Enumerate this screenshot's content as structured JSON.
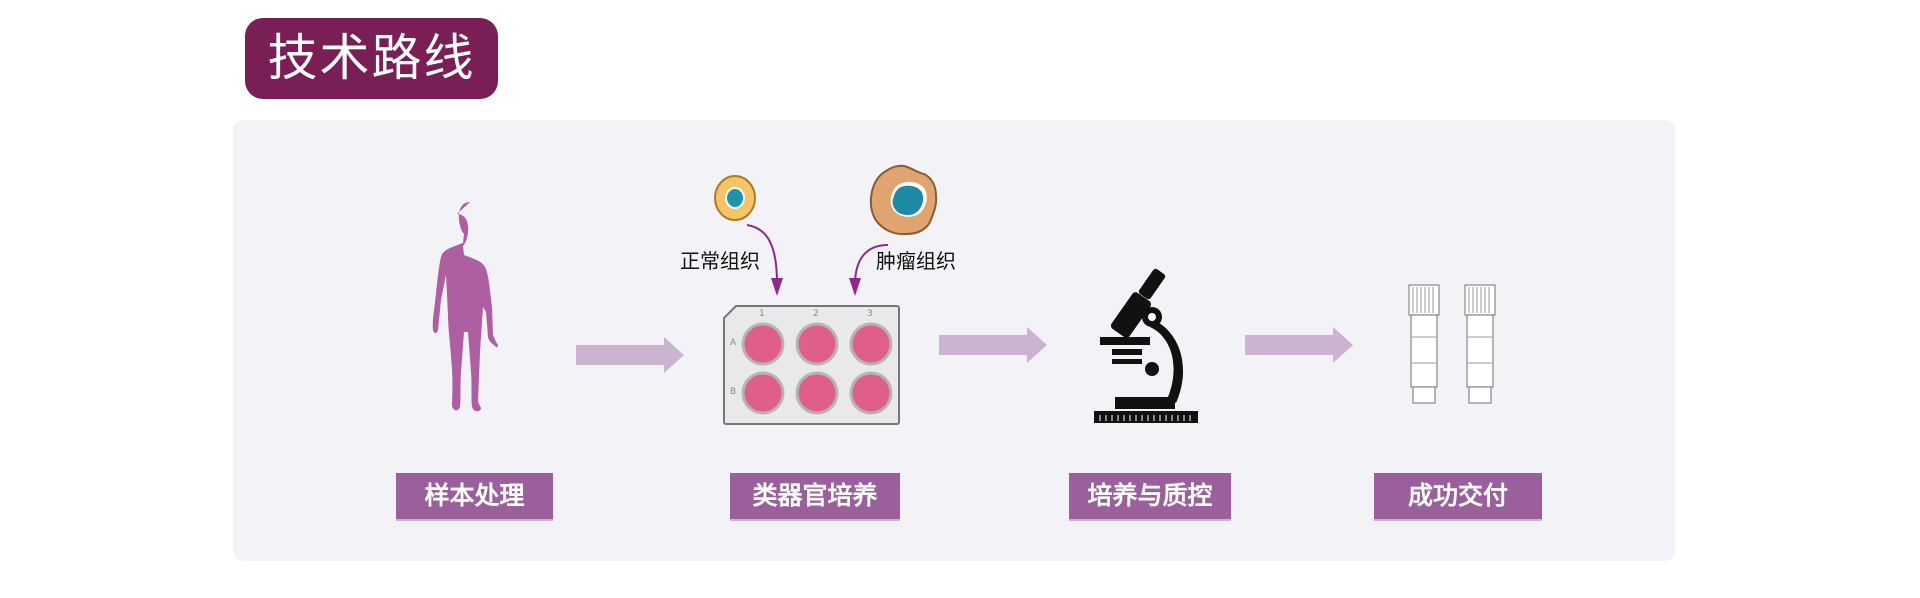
{
  "title": "技术路线",
  "steps": [
    {
      "label": "样本处理"
    },
    {
      "label": "类器官培养"
    },
    {
      "label": "培养与质控"
    },
    {
      "label": "成功交付"
    }
  ],
  "sources": {
    "normal": "正常组织",
    "tumor": "肿瘤组织"
  },
  "plate": {
    "columns": [
      "1",
      "2",
      "3"
    ],
    "rows": [
      "A",
      "B"
    ]
  },
  "colors": {
    "title_bg": "#7a1f56",
    "step_bg": "#9a5f9c",
    "panel_bg": "#f3f2f7",
    "arrow": "#cbb3d2",
    "figure": "#ae5fa2",
    "well": "#e06088"
  }
}
